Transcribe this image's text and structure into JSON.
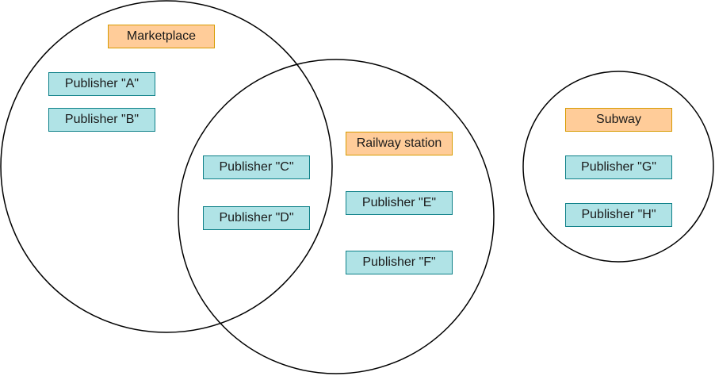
{
  "places": {
    "marketplace": "Marketplace",
    "railway_station": "Railway station",
    "subway": "Subway"
  },
  "publishers": {
    "a": "Publisher \"A\"",
    "b": "Publisher \"B\"",
    "c": "Publisher \"C\"",
    "d": "Publisher \"D\"",
    "e": "Publisher \"E\"",
    "f": "Publisher \"F\"",
    "g": "Publisher \"G\"",
    "h": "Publisher \"H\""
  },
  "colors": {
    "place_fill": "#ffcc99",
    "place_stroke": "#d79b00",
    "publisher_fill": "#b0e3e6",
    "publisher_stroke": "#0e8088",
    "circle_stroke": "#000000"
  }
}
